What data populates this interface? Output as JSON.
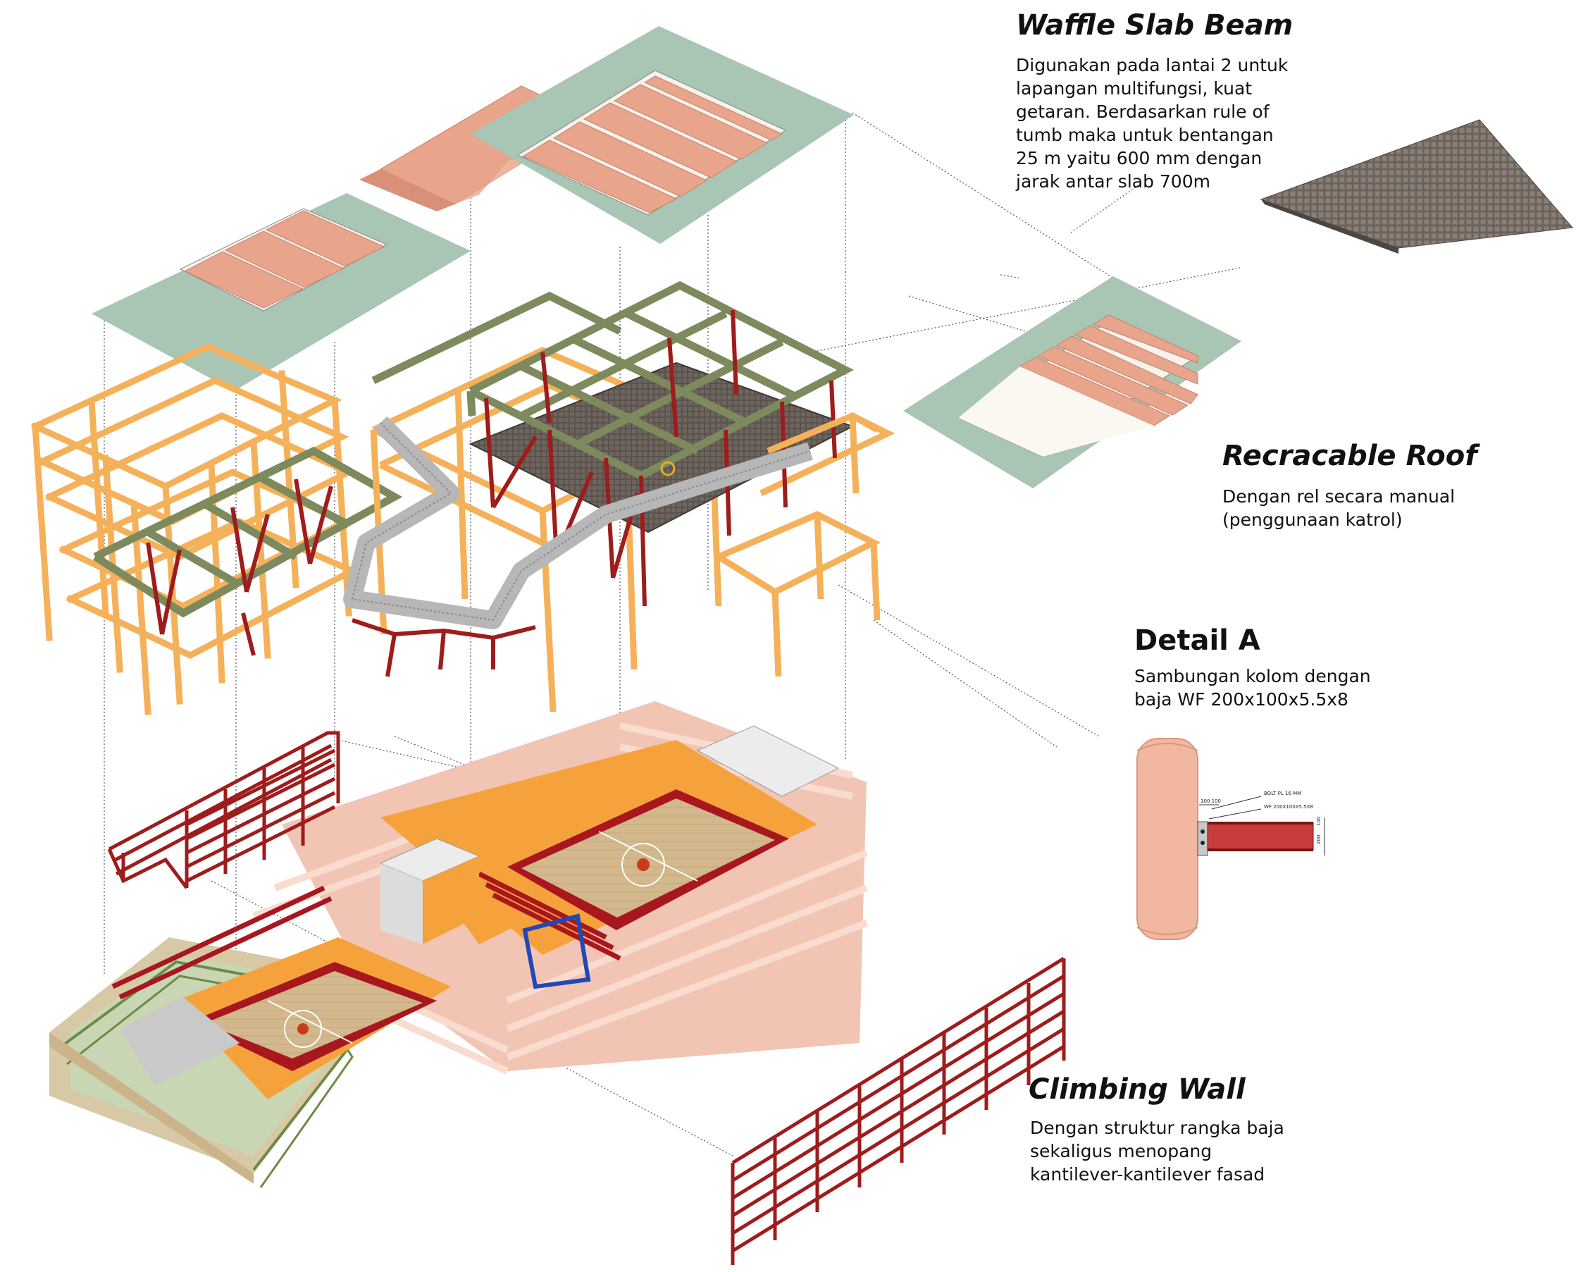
{
  "callouts": {
    "waffle": {
      "title": "Waffle Slab Beam",
      "body": "Digunakan pada lantai 2 untuk\nlapangan multifungsi, kuat\ngetaran. Berdasarkan rule of\ntumb maka untuk bentangan\n25 m yaitu 600 mm dengan\njarak antar slab 700m"
    },
    "roof": {
      "title": "Recracable Roof",
      "body": "Dengan rel secara manual\n(penggunaan katrol)"
    },
    "detail": {
      "title": "Detail A",
      "body": "Sambungan kolom dengan\nbaja WF 200x100x5.5x8"
    },
    "climbing": {
      "title": "Climbing Wall",
      "body": "Dengan struktur rangka baja\nsekaligus menopang\nkantilever-kantilever fasad"
    }
  },
  "detail_drawing": {
    "bolt_label": "BOLT PL 16 MM",
    "wf_label": "WF 200X100X5.5X8",
    "dim_top": "100 100",
    "dim_side_a": "100",
    "dim_side_b": "200"
  },
  "colors": {
    "roof_green": "#a9c5b4",
    "roof_panel": "#e9a48c",
    "orange_frame": "#f5b15a",
    "green_beam": "#7d8a5e",
    "steel_red": "#9e1c1c",
    "waffle_dark": "#5f5650",
    "facade_pink": "#f2c4b4",
    "court_wood": "#d2b88c",
    "court_orange": "#f5a23c",
    "court_red": "#a8161e"
  }
}
